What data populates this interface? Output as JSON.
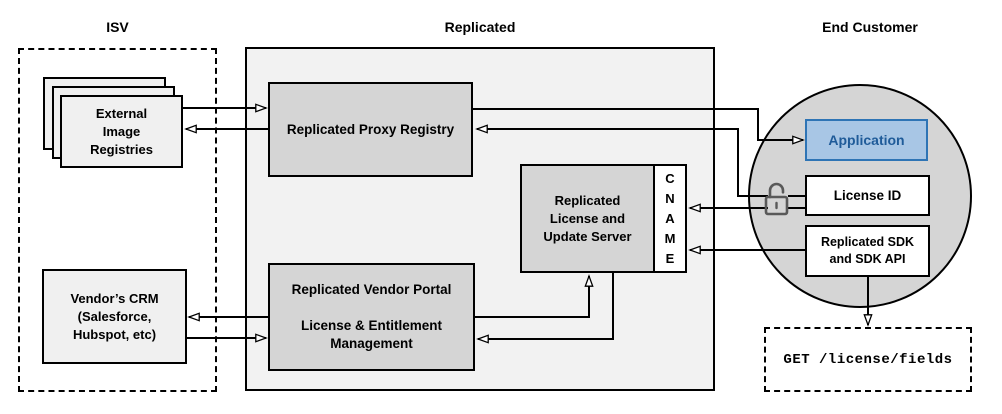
{
  "headers": {
    "isv": "ISV",
    "replicated": "Replicated",
    "end_customer": "End Customer"
  },
  "nodes": {
    "external_registries": {
      "lines": [
        "External",
        "Image",
        "Registries"
      ]
    },
    "vendor_crm": {
      "lines": [
        "Vendor’s CRM",
        "(Salesforce,",
        "Hubspot, etc)"
      ]
    },
    "proxy_registry": {
      "label": "Replicated Proxy Registry"
    },
    "license_update_server": {
      "lines": [
        "Replicated",
        "License and",
        "Update Server"
      ]
    },
    "cname": {
      "letters": [
        "C",
        "N",
        "A",
        "M",
        "E"
      ]
    },
    "vendor_portal": {
      "lines": [
        "Replicated Vendor Portal",
        "",
        "License & Entitlement",
        "Management"
      ]
    },
    "application": {
      "label": "Application"
    },
    "license_id": {
      "label": "License ID"
    },
    "replicated_sdk": {
      "lines": [
        "Replicated SDK",
        "and SDK API"
      ]
    },
    "get_endpoint": {
      "label": "GET /license/fields"
    }
  },
  "icons": {
    "unlock": "unlocked-padlock-icon"
  },
  "colors": {
    "container-fill": "#f2f2f2",
    "node-fill": "#d5d5d5",
    "light-node-fill": "#f0f0f0",
    "circle-fill": "#d5d5d5",
    "accent-fill": "#a8c6e5",
    "accent-border": "#2e74b5",
    "accent-text": "#1f5b99",
    "line-color": "#000000",
    "lock-color": "#595959"
  }
}
